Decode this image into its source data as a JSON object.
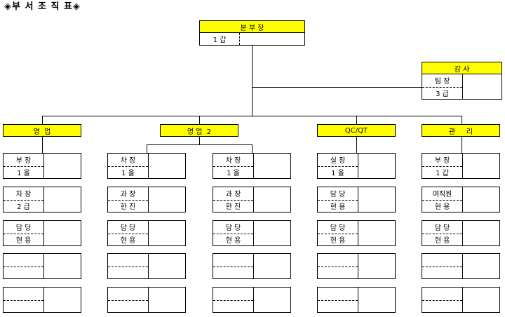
{
  "title": "◈부 서  조 직 표◈",
  "top": {
    "label": "본 부 장",
    "grade": "1 갑"
  },
  "audit": {
    "label": "감 사",
    "role": "팀 장",
    "grade": "3 급"
  },
  "depts": [
    {
      "name": "영  업",
      "cols": [
        [
          {
            "role": "부 장",
            "name": "1 을"
          },
          {
            "role": "차 장",
            "name": "2 급"
          },
          {
            "role": "담 당",
            "name": "현 용"
          },
          {
            "role": "",
            "name": ""
          },
          {
            "role": "",
            "name": ""
          }
        ]
      ]
    },
    {
      "name": "영 업  2",
      "cols": [
        [
          {
            "role": "차 장",
            "name": "1 을"
          },
          {
            "role": "과 장",
            "name": "한 진"
          },
          {
            "role": "담 당",
            "name": "현 용"
          },
          {
            "role": "",
            "name": ""
          },
          {
            "role": "",
            "name": ""
          }
        ],
        [
          {
            "role": "차 장",
            "name": "1 을"
          },
          {
            "role": "과 장",
            "name": "한 진"
          },
          {
            "role": "담 당",
            "name": "현 용"
          },
          {
            "role": "",
            "name": ""
          },
          {
            "role": "",
            "name": ""
          }
        ]
      ]
    },
    {
      "name": "QC/QT",
      "cols": [
        [
          {
            "role": "실 장",
            "name": "1 을"
          },
          {
            "role": "담 당",
            "name": "현 용"
          },
          {
            "role": "담 당",
            "name": "현 용"
          },
          {
            "role": "",
            "name": ""
          },
          {
            "role": "",
            "name": ""
          }
        ]
      ]
    },
    {
      "name": "관     리",
      "cols": [
        [
          {
            "role": "부 장",
            "name": "1 갑"
          },
          {
            "role": "여직원",
            "name": "현 용"
          },
          {
            "role": "담 당",
            "name": "현 용"
          },
          {
            "role": "",
            "name": ""
          },
          {
            "role": "",
            "name": ""
          }
        ]
      ]
    }
  ]
}
